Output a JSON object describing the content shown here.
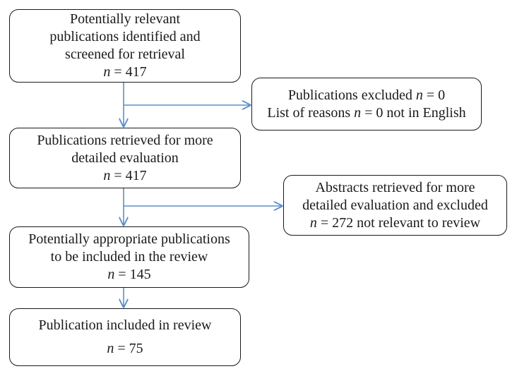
{
  "flowchart": {
    "box1": {
      "lines": [
        "Potentially relevant",
        "publications identified and",
        "screened for retrieval"
      ],
      "n_label": "n",
      "n_value": "= 417"
    },
    "excluded1": {
      "line1_text": "Publications excluded",
      "line1_n_label": "n",
      "line1_n_value": "= 0",
      "line2_prefix": "List of reasons",
      "line2_n_label": "n",
      "line2_suffix": "= 0 not in English"
    },
    "box2": {
      "lines": [
        "Publications retrieved for more",
        "detailed evaluation"
      ],
      "n_label": "n",
      "n_value": "= 417"
    },
    "excluded2": {
      "lines": [
        "Abstracts retrieved for more",
        "detailed evaluation and excluded"
      ],
      "n_label": "n",
      "n_suffix": "= 272 not relevant to review"
    },
    "box3": {
      "lines": [
        "Potentially appropriate publications",
        "to be included in the review"
      ],
      "n_label": "n",
      "n_value": "= 145"
    },
    "box4": {
      "lines": [
        "Publication included in review"
      ],
      "n_label": "n",
      "n_value": "= 75"
    }
  },
  "colors": {
    "arrow": "#5b8fc9",
    "border": "#1a1a1a"
  }
}
